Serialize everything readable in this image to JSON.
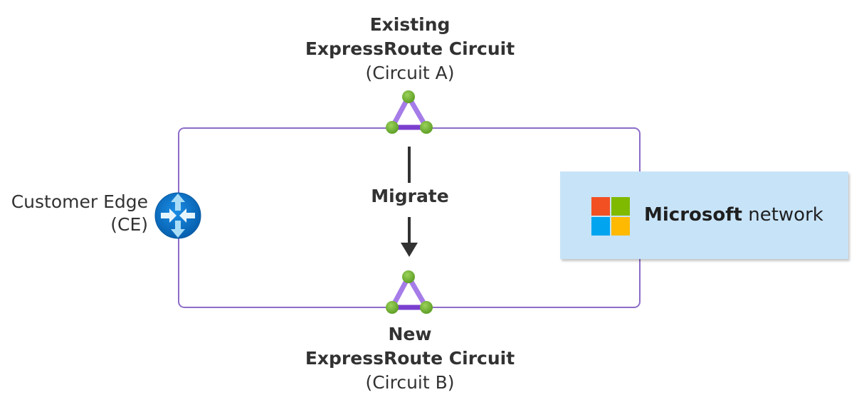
{
  "circuit_a": {
    "line1": "Existing",
    "line2": "ExpressRoute Circuit",
    "line3": "(Circuit A)"
  },
  "circuit_b": {
    "line1": "New",
    "line2": "ExpressRoute Circuit",
    "line3": "(Circuit B)"
  },
  "customer_edge": {
    "line1": "Customer Edge",
    "line2": "(CE)"
  },
  "migrate": {
    "label": "Migrate"
  },
  "microsoft": {
    "brand": "Microsoft",
    "suffix": " network"
  },
  "colors": {
    "loop": "#8d6cc9",
    "triangle_fill": "#a57ce8",
    "triangle_base": "#7a3fcf",
    "node": "#7cba3d",
    "router": "#0a70c9",
    "arrow": "#323232",
    "ms_box": "#c7e3f8",
    "ms_red": "#f25022",
    "ms_green": "#7fba00",
    "ms_blue": "#00a4ef",
    "ms_yellow": "#ffb900"
  },
  "icons": {
    "router": "router-icon",
    "circuit": "expressroute-circuit-icon",
    "brand": "microsoft-logo-icon"
  }
}
